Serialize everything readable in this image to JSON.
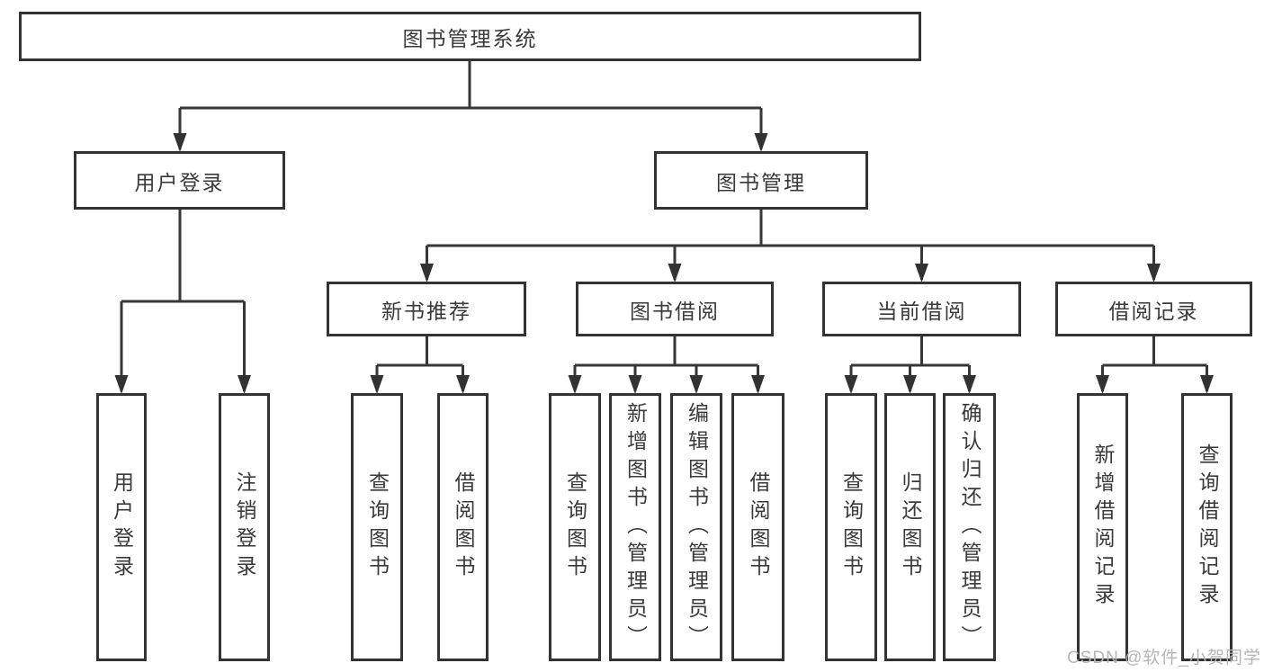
{
  "colors": {
    "line": "#373737",
    "border": "#333333",
    "text": "#3a3a3a",
    "background": "#ffffff",
    "watermark_text": "#b5b5b5"
  },
  "watermark": "CSDN @软件_小贺同学",
  "tree": {
    "label": "图书管理系统",
    "children": [
      {
        "label": "用户登录",
        "children": [
          {
            "label": "用户登录"
          },
          {
            "label": "注销登录"
          }
        ]
      },
      {
        "label": "图书管理",
        "children": [
          {
            "label": "新书推荐",
            "children": [
              {
                "label": "查询图书"
              },
              {
                "label": "借阅图书"
              }
            ]
          },
          {
            "label": "图书借阅",
            "children": [
              {
                "label": "查询图书"
              },
              {
                "label": "新增图书（管理员）"
              },
              {
                "label": "编辑图书（管理员）"
              },
              {
                "label": "借阅图书"
              }
            ]
          },
          {
            "label": "当前借阅",
            "children": [
              {
                "label": "查询图书"
              },
              {
                "label": "归还图书"
              },
              {
                "label": "确认归还（管理员）"
              }
            ]
          },
          {
            "label": "借阅记录",
            "children": [
              {
                "label": "新增借阅记录"
              },
              {
                "label": "查询借阅记录"
              }
            ]
          }
        ]
      }
    ]
  }
}
